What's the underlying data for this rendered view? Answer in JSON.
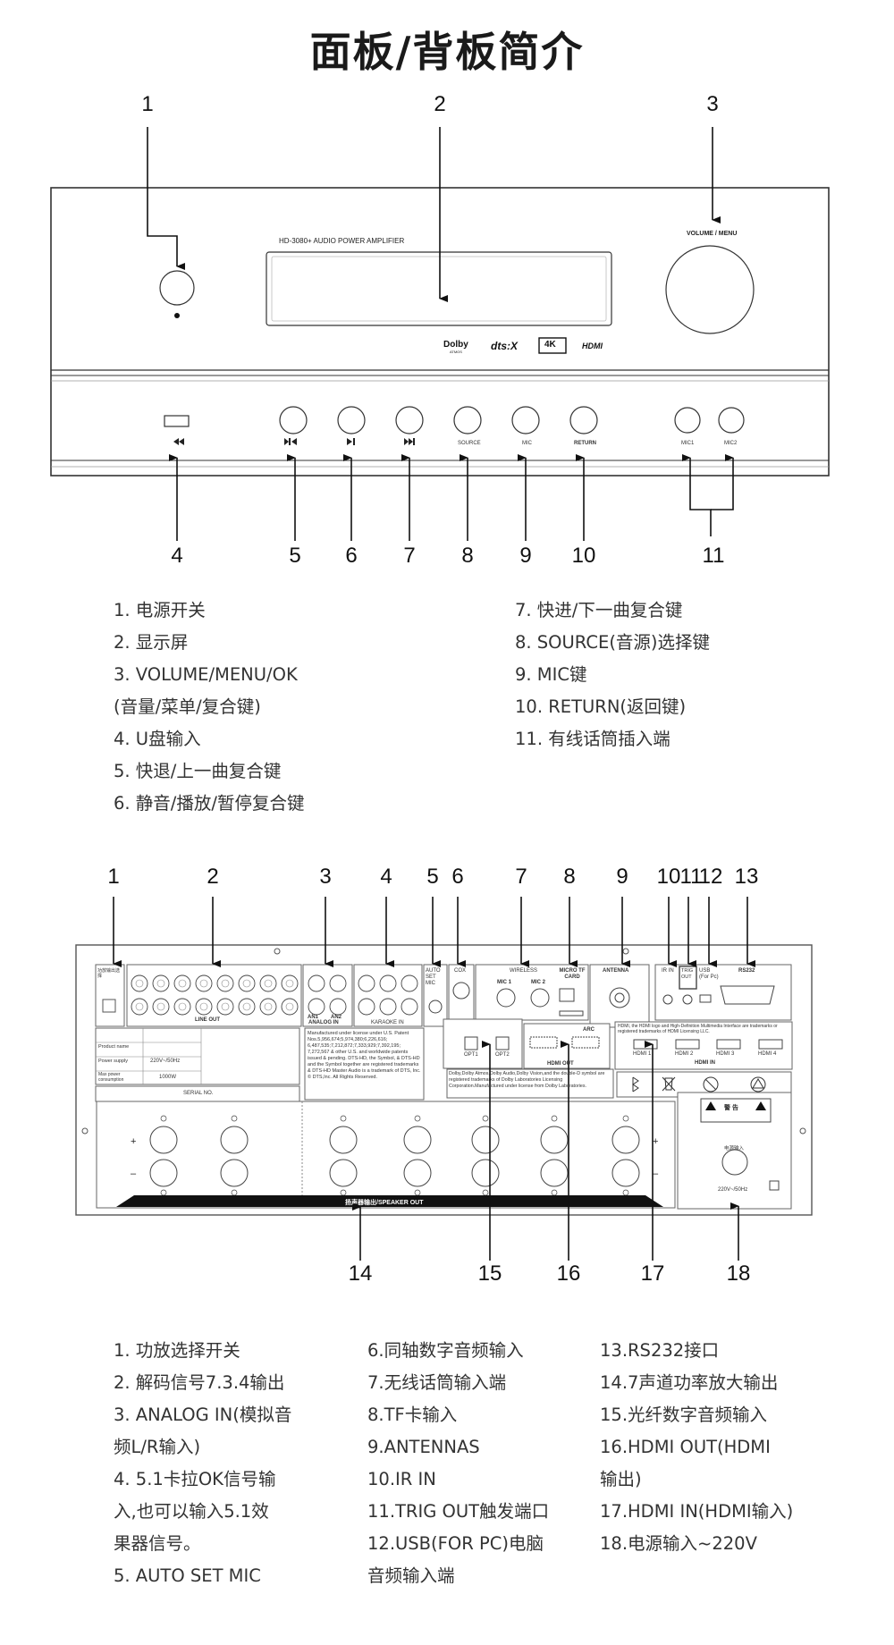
{
  "title": "面板/背板简介",
  "front": {
    "model_label": "HD-3080+ AUDIO POWER AMPLIFIER",
    "volume_label": "VOLUME / MENU",
    "buttons": [
      "SOURCE",
      "MIC",
      "RETURN"
    ],
    "mics": [
      "MIC1",
      "MIC2"
    ],
    "logos": {
      "dolby": "Dolby",
      "dolby_sub": "ATMOS",
      "dts": "dts:X",
      "k4": "4K",
      "hdmi": "HDMI"
    },
    "callouts": [
      "1",
      "2",
      "3",
      "4",
      "5",
      "6",
      "7",
      "8",
      "9",
      "10",
      "11"
    ],
    "desc_left": [
      "1. 电源开关",
      "2. 显示屏",
      "3. VOLUME/MENU/OK",
      "(音量/菜单/复合键)",
      "4. U盘输入",
      "5. 快退/上一曲复合键",
      "6. 静音/播放/暂停复合键"
    ],
    "desc_right": [
      "7. 快进/下一曲复合键",
      "8. SOURCE(音源)选择键",
      "9. MIC键",
      "10. RETURN(返回键)",
      "11. 有线话筒插入端"
    ]
  },
  "rear": {
    "callouts_top": [
      "1",
      "2",
      "3",
      "4",
      "5",
      "6",
      "7",
      "8",
      "9",
      "10",
      "11",
      "12",
      "13"
    ],
    "callouts_bottom": [
      "14",
      "15",
      "16",
      "17",
      "18"
    ],
    "labels": {
      "amp_select": "功放输出选择",
      "line_out": "LINE OUT",
      "analog_in": "ANALOG IN",
      "an1": "AN1",
      "an2": "AN2",
      "karaoke_in": "KARAOKE IN",
      "auto_set_mic": "AUTO SET MIC",
      "coax": "COX",
      "wireless": "WIRELESS",
      "mic1": "MIC 1",
      "mic2": "MIC 2",
      "micro_tf": "MICRO TF CARD",
      "antenna": "ANTENNA",
      "ir_in": "IR IN",
      "trig_out": "TRIG OUT",
      "usb": "USB (For Pc)",
      "rs232": "RS232",
      "opt1": "OPT1",
      "opt2": "OPT2",
      "arc": "ARC",
      "hdmi_out": "HDMI OUT",
      "hdmi_in": "HDMI IN",
      "hdmi_ports": [
        "HDMI 1",
        "HDMI 2",
        "HDMI 3",
        "HDMI 4"
      ],
      "serial": "SERIAL NO.",
      "speaker_out": "扬声器输出/SPEAKER OUT",
      "power_in": "电源输入",
      "voltage": "220V~/50Hz",
      "warning": "警 告",
      "product_name": "Product name",
      "power_supply": "Power supply",
      "max_power": "Max power consumption",
      "power_value": "1000W",
      "license_text": "Manufactured under license under U.S. Patent Nos.5,956,674;5,974,380;6,226,616; 6,487,535;7,212,872;7,333,929;7,392,195; 7,272,567 & other U.S. and worldwide patents issued & pending. DTS-HD, the Symbol, & DTS-HD and the Symbol together are registered trademarks & DTS-HD Master Audio is a trademark of DTS, Inc. © DTS,Inc. All Rights Reserved.",
      "hdmi_text": "HDMI, the HDMI logo and High-Definition Multimedia Interface are trademarks or registered trademarks of HDMI Licensing LLC.",
      "dolby_text": "Dolby,Dolby Atmos,Dolby Audio,Dolby Vision,and the double-D symbol are registered trademarks of Dolby Laboratories Licensing Corporation.Manufactured under license from Dolby Laboratories."
    },
    "desc_col1": [
      "1. 功放选择开关",
      "2. 解码信号7.3.4输出",
      "3. ANALOG IN(模拟音",
      "频L/R输入)",
      "4. 5.1卡拉OK信号输",
      "入,也可以输入5.1效",
      "果器信号。",
      "5. AUTO SET MIC"
    ],
    "desc_col2": [
      "6.同轴数字音频输入",
      "7.无线话筒输入端",
      "8.TF卡输入",
      "9.ANTENNAS",
      "10.IR IN",
      "11.TRIG OUT触发端口",
      "12.USB(FOR PC)电脑",
      "音频输入端"
    ],
    "desc_col3": [
      "13.RS232接口",
      "14.7声道功率放大输出",
      "15.光纤数字音频输入",
      "16.HDMI OUT(HDMI",
      "输出)",
      "17.HDMI IN(HDMI输入)",
      "18.电源输入~220V"
    ]
  }
}
